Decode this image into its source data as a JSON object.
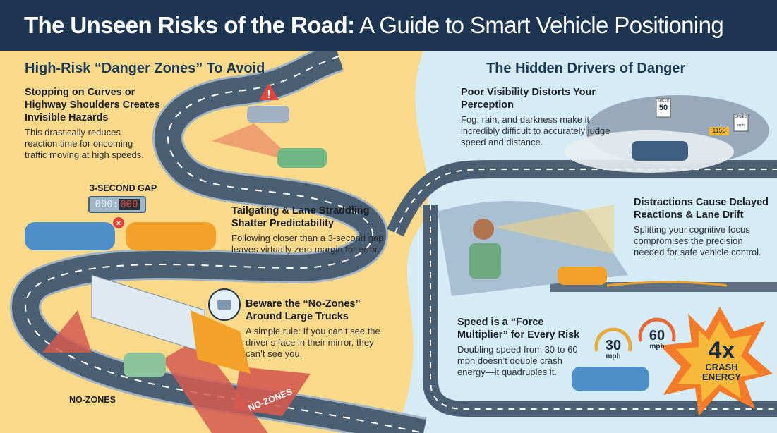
{
  "header": {
    "title_bold": "The Unseen Risks of the Road:",
    "title_rest": " A Guide to Smart Vehicle Positioning"
  },
  "left": {
    "section_title": "High-Risk “Danger Zones” To Avoid",
    "curves": {
      "title": "Stopping on Curves or Highway Shoulders Creates Invisible Hazards",
      "body": "This drastically reduces reaction time for oncoming traffic moving at high speeds."
    },
    "gap_label": "3-SECOND GAP",
    "timer": {
      "left": "000",
      "right": "000"
    },
    "tailgating": {
      "title": "Tailgating & Lane Straddling Shatter Predictability",
      "body": "Following closer than a 3-second gap leaves virtually zero margin for error."
    },
    "trucks": {
      "title": "Beware the “No-Zones” Around Large Trucks",
      "body": "A simple rule: If you can’t see the driver’s face in their mirror, they can’t see you."
    },
    "nozones_label": "NO-ZONES",
    "nozones_road_label": "NO-ZONES"
  },
  "right": {
    "section_title": "The Hidden Drivers of Danger",
    "visibility": {
      "title": "Poor Visibility Distorts Your Perception",
      "body": "Fog, rain, and darkness make it incredibly difficult to accurately judge speed and distance."
    },
    "signs": {
      "speed_word": "SPEED",
      "speed_value": "50",
      "distance": "1155",
      "speed_word2": "SPEED",
      "unit2": "mph"
    },
    "distractions": {
      "title": "Distractions Cause Delayed Reactions & Lane Drift",
      "body": "Splitting your cognitive focus compromises the precision needed for safe vehicle control."
    },
    "speed": {
      "title": "Speed is a “Force Multiplier” for Every Risk",
      "body": "Doubling speed from 30 to 60 mph doesn’t double crash energy—it quadruples it."
    },
    "gauge1": {
      "value": "30",
      "unit": "mph"
    },
    "gauge2": {
      "value": "60",
      "unit": "mph"
    },
    "burst": {
      "multiplier": "4x",
      "line1": "CRASH",
      "line2": "ENERGY"
    }
  },
  "colors": {
    "header": "#1e3552",
    "left_bg": "#fbd98a",
    "right_bg": "#d5ebf6",
    "road": "#4b5f73",
    "danger": "#d9534f",
    "accent": "#f2a229"
  }
}
